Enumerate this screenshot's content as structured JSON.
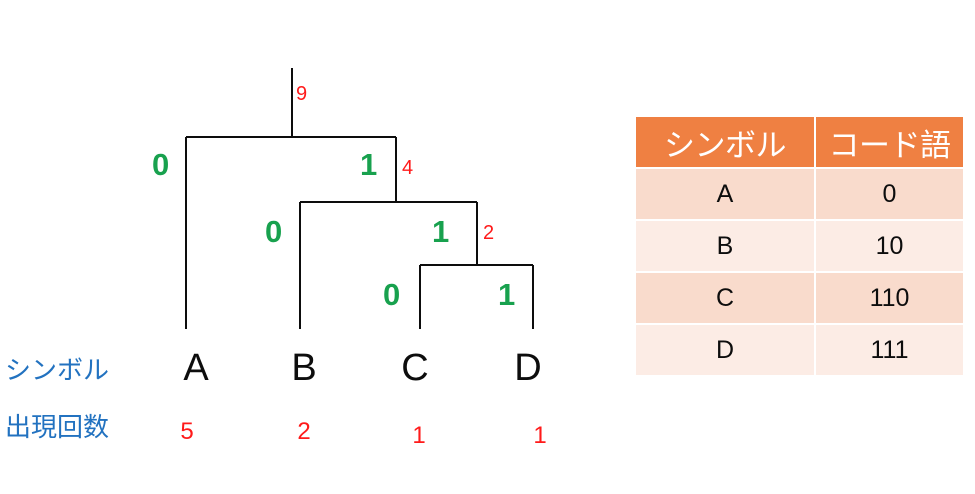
{
  "diagram": {
    "title_row_label": "シンボル",
    "count_row_label": "出現回数",
    "root_weight": "9",
    "nodes": [
      {
        "id": "root",
        "bit": null,
        "weight": "9"
      },
      {
        "id": "internal1",
        "bit": "1",
        "weight": "4"
      },
      {
        "id": "internal2",
        "bit": "1",
        "weight": "2"
      }
    ],
    "edge_labels": [
      {
        "id": "edge-root-left",
        "bit": "0"
      },
      {
        "id": "edge-root-right",
        "bit": "1"
      },
      {
        "id": "edge-n1-left",
        "bit": "0"
      },
      {
        "id": "edge-n1-right",
        "bit": "1"
      },
      {
        "id": "edge-n2-left",
        "bit": "0"
      },
      {
        "id": "edge-n2-right",
        "bit": "1"
      }
    ],
    "leaves": [
      {
        "symbol": "A",
        "count": "5"
      },
      {
        "symbol": "B",
        "count": "2"
      },
      {
        "symbol": "C",
        "count": "1"
      },
      {
        "symbol": "D",
        "count": "1"
      }
    ]
  },
  "table": {
    "headers": [
      "シンボル",
      "コード語"
    ],
    "rows": [
      {
        "symbol": "A",
        "code": "0"
      },
      {
        "symbol": "B",
        "code": "10"
      },
      {
        "symbol": "C",
        "code": "110"
      },
      {
        "symbol": "D",
        "code": "111"
      }
    ]
  },
  "colors": {
    "bit_green": "#18a14e",
    "weight_red": "#ff1a1a",
    "label_blue": "#2272c0",
    "table_header_orange": "#ef8042",
    "table_band_dark": "#f9dbcc",
    "table_band_light": "#fcece5",
    "line_black": "#0d0d0d"
  },
  "chart_data": {
    "type": "tree",
    "title": "",
    "tree": {
      "weight": "9",
      "children": [
        {
          "bit": "0",
          "symbol": "A",
          "weight": "5",
          "code": "0"
        },
        {
          "bit": "1",
          "weight": "4",
          "children": [
            {
              "bit": "0",
              "symbol": "B",
              "weight": "2",
              "code": "10"
            },
            {
              "bit": "1",
              "weight": "2",
              "children": [
                {
                  "bit": "0",
                  "symbol": "C",
                  "weight": "1",
                  "code": "110"
                },
                {
                  "bit": "1",
                  "symbol": "D",
                  "weight": "1",
                  "code": "111"
                }
              ]
            }
          ]
        }
      ]
    },
    "symbols": [
      "A",
      "B",
      "C",
      "D"
    ],
    "counts": [
      5,
      2,
      1,
      1
    ],
    "codes": [
      "0",
      "10",
      "110",
      "111"
    ]
  }
}
